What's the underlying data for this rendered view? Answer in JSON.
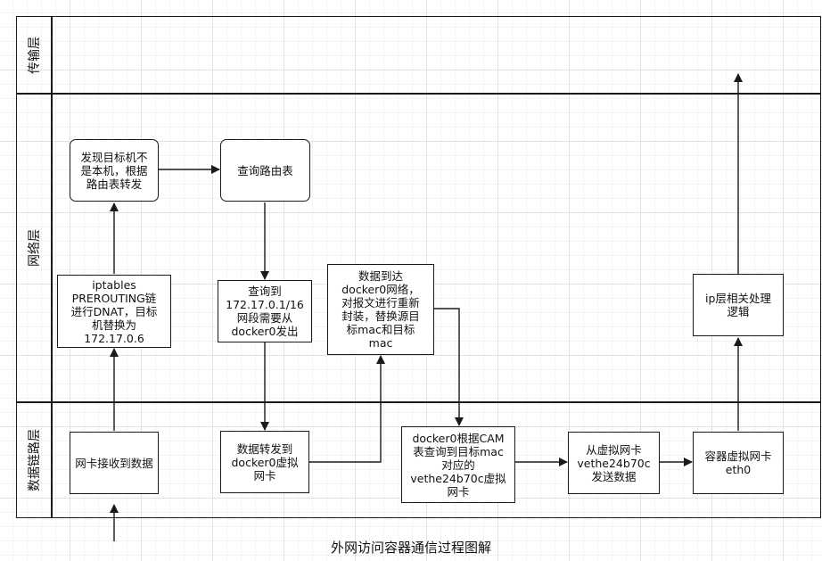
{
  "layers": {
    "transport": "传输层",
    "network": "网络层",
    "datalink": "数据链路层"
  },
  "nodes": {
    "nic_receive": "网卡接收到数据",
    "iptables_dnat": "iptables\nPREROUTING链\n进行DNAT，目标\n机替换为\n172.17.0.6",
    "not_local": "发现目标机不\n是本机，根据\n路由表转发",
    "route_lookup": "查询路由表",
    "found_route": "查询到\n172.17.0.1/16\n网段需要从\ndocker0发出",
    "forward_docker0": "数据转发到\ndocker0虚拟\n网卡",
    "arrive_docker0": "数据到达\ndocker0网络，\n对报文进行重新\n封装，替换源目\n标mac和目标\nmac",
    "cam_lookup": "docker0根据CAM\n表查询到目标mac\n对应的\nvethe24b70c虚拟\n网卡",
    "send_veth": "从虚拟网卡\nvethe24b70c\n发送数据",
    "container_eth0": "容器虚拟网卡\neth0",
    "ip_processing": "ip层相关处理\n逻辑"
  },
  "caption": "外网访问容器通信过程图解",
  "colors": {
    "line": "#1a1a1a",
    "grid": "#e2e2e2"
  }
}
